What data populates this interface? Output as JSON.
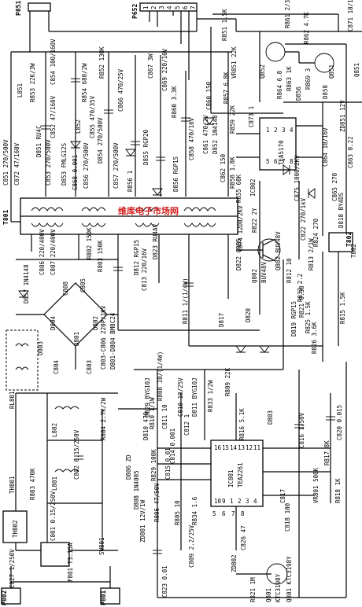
{
  "watermark": "维库电子市场网",
  "connectors": {
    "P851": "P851",
    "P652": "P652",
    "P802": "P802",
    "P801": "P801",
    "pins": [
      "1",
      "2",
      "3",
      "4",
      "5",
      "6",
      "7"
    ]
  },
  "ics": {
    "IC802": "IC802",
    "TEA5170": "TEA5170",
    "IC801": "IC801",
    "TEA2261": "TEA2261",
    "IC802_pins": [
      "1",
      "2",
      "3",
      "4",
      "5",
      "6",
      "7",
      "8"
    ],
    "IC801_pins": [
      "16",
      "15",
      "14",
      "13",
      "12",
      "11",
      "10",
      "9",
      "1",
      "2",
      "3",
      "4",
      "5",
      "6",
      "7",
      "8"
    ]
  },
  "transistors": [
    "Q852",
    "Q851",
    "Q802",
    "BUV48V",
    "Q801",
    "KTC3198Y"
  ],
  "transformer": [
    "T801",
    "T802"
  ],
  "labels_left": [
    "C851 270/500V",
    "C872 47/160V",
    "L851",
    "R853 22K/3W",
    "D851 RU4C",
    "C853 270/500V",
    "C852 47/160V",
    "C854 100/160V",
    "D853 FMLG12S",
    "L852",
    "R854 680/2W",
    "C855 470/35V",
    "D854 270/500V",
    "C857 270/500V",
    "C868 0.001",
    "C856 270/500V",
    "R856 1"
  ],
  "labels_mid": [
    "R852 130K",
    "C867 3W",
    "C866 470/25V",
    "D855 RGP20",
    "D856 RGP15",
    "C858 470/16V",
    "R851 1.5K",
    "C869 220/16V",
    "R860 3.3K",
    "C860 150",
    "R857 6.8K",
    "R859 22K",
    "VR851 22K",
    "D852 1N4148",
    "C862 150",
    "C861 470/2V",
    "R855 68K",
    "C873 1",
    "R858 1.8K"
  ],
  "labels_right": [
    "R861 2/3W",
    "C871 10/16V",
    "R862 4.7K",
    "Q851",
    "R864 6.8",
    "D856",
    "R863 1K",
    "R869 3",
    "D858",
    "ZD851 12V",
    "C863 0.22",
    "C864 10/16V",
    "C865 270",
    "C875 1000/2KV",
    "D818 BY4DS",
    "R824 270",
    "C822 270/1kV",
    "T802"
  ],
  "labels_lower": [
    "R802 150K",
    "R803 150K",
    "C807 220/400V",
    "C806 220/400V",
    "C808",
    "D823 RU4AV",
    "D812 RGP15",
    "C813 220/16V",
    "R811 1/(1/4W)",
    "D817",
    "D820",
    "R822 2Y",
    "C874 12D0/2KV",
    "D822 GRB5",
    "Q802 BUV48V",
    "R812 10",
    "R813 2/1W",
    "R832 2.2",
    "R821 0.38",
    "R825 1.5K",
    "R826 3.6K",
    "R815 1.5K",
    "D819 RGP15",
    "D857 1N4148",
    "D804",
    "C805",
    "D803",
    "D801",
    "D802",
    "C803-C806 220P/1KV",
    "D801-D804 BM8C24",
    "C804",
    "C803"
  ],
  "labels_bottom": [
    "RL801",
    "C802 0.15/250V",
    "L802",
    "L801",
    "R804 2.7K/2W",
    "R803 470K",
    "C801 0.15/250V",
    "TH801",
    "TH802",
    "C827 1/250V",
    "F801 T3.15A",
    "SW801",
    "R808 10/(1/4W)",
    "D829 BYG10J",
    "R810 1/1W",
    "C811 10",
    "C810 10/25V",
    "D811 BYG10J",
    "D810 470",
    "R833 1/2W",
    "R809 22K",
    "C812 1",
    "R816 5.1K",
    "D803",
    "C816 1/50V",
    "C820 0.015",
    "C814 0.001",
    "C817",
    "R817 8K",
    "R818 1K",
    "VR801 500K",
    "C818 100",
    "C826 47",
    "R834 1.6",
    "R805 10",
    "R806 47/50V",
    "D808 1N4005",
    "ZD801 12V/1W",
    "C809 2.2/25V",
    "C823 0.01",
    "ZD802",
    "R821 1M",
    "Q801 KTC3198Y",
    "D806 ZD",
    "C815 0.01",
    "R829 100K"
  ]
}
